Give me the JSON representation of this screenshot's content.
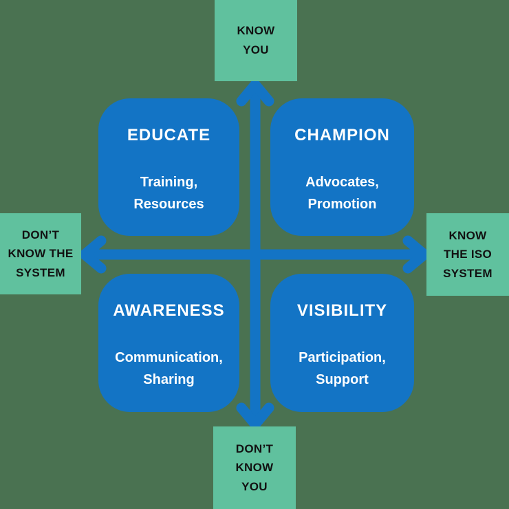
{
  "colors": {
    "background": "#4a7251",
    "tile": "#60c19e",
    "tile_text": "#121212",
    "quadrant": "#1374c5",
    "quadrant_text": "#ffffff",
    "arrow": "#1374c5"
  },
  "axis_tiles": {
    "top": {
      "lines": [
        "KNOW",
        "YOU"
      ]
    },
    "bottom": {
      "lines": [
        "DON’T",
        "KNOW",
        "YOU"
      ]
    },
    "left": {
      "lines": [
        "DON’T",
        "KNOW THE",
        "SYSTEM"
      ]
    },
    "right": {
      "lines": [
        "KNOW",
        "THE ISO",
        "SYSTEM"
      ]
    }
  },
  "quadrants": {
    "top_left": {
      "title": "EDUCATE",
      "subtitle_lines": [
        "Training,",
        "Resources"
      ]
    },
    "top_right": {
      "title": "CHAMPION",
      "subtitle_lines": [
        "Advocates,",
        "Promotion"
      ]
    },
    "bottom_left": {
      "title": "AWARENESS",
      "subtitle_lines": [
        "Communication,",
        "Sharing"
      ]
    },
    "bottom_right": {
      "title": "VISIBILITY",
      "subtitle_lines": [
        "Participation,",
        "Support"
      ]
    }
  },
  "icons": {
    "vertical_axis": "double-headed-arrow-vertical",
    "horizontal_axis": "double-headed-arrow-horizontal"
  }
}
